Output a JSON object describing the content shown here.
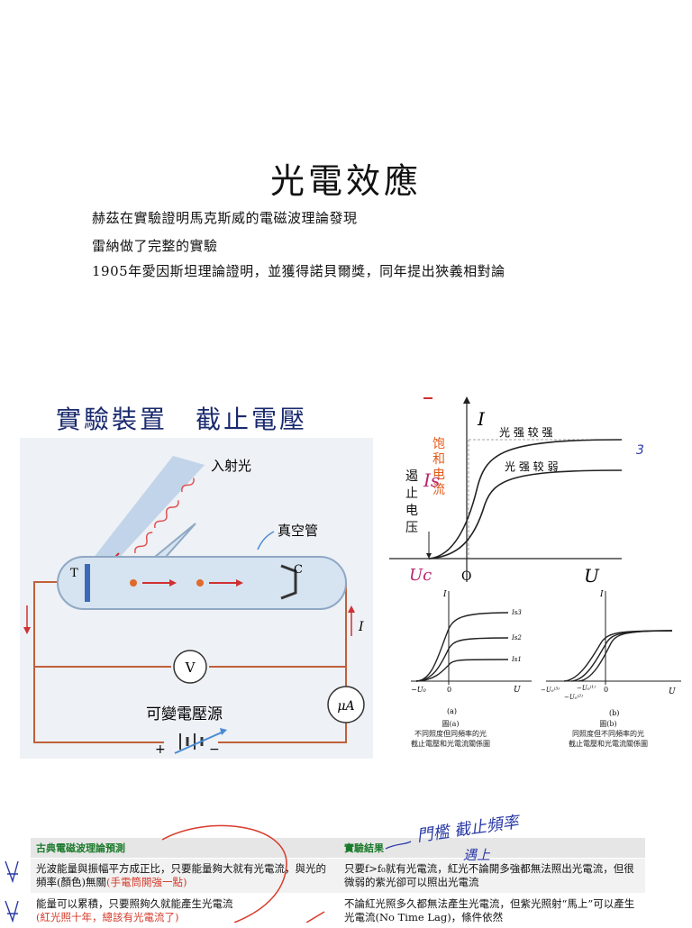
{
  "title": "光電效應",
  "intro": [
    "赫茲在實驗證明馬克斯威的電磁波理論發現",
    "雷納做了完整的實驗",
    "1905年愛因斯坦理論證明，並獲得諾貝爾獎，同年提出狹義相對論"
  ],
  "section_title": "實驗裝置　截止電壓",
  "apparatus": {
    "incident_light": "入射光",
    "vacuum_tube": "真空管",
    "cathode": "T",
    "anode": "C",
    "voltmeter": "V",
    "ammeter": "μA",
    "current": "I",
    "variable_source": "可變電壓源",
    "plus": "+",
    "minus": "−"
  },
  "main_graph": {
    "y_axis": "I",
    "x_axis": "U",
    "origin": "O",
    "strong_label": "光 强 较 强",
    "weak_label": "光 强 较 弱",
    "saturation_label": "饱和电流",
    "saturation_symbol": "Is",
    "cutoff_label": "遏止电压",
    "cutoff_symbol": "Uc",
    "handwritten_note": "3"
  },
  "graph_a": {
    "y_axis": "I",
    "x_axis": "U",
    "origin": "0",
    "neg": "−U₀",
    "levels": [
      "Is3",
      "Is2",
      "Is1"
    ],
    "label": "(a)",
    "caption": [
      "圖(a)",
      "不同照度但同頻率的光",
      "截止電壓和光電流關係圖"
    ]
  },
  "graph_b": {
    "y_axis": "I",
    "x_axis": "U",
    "origin": "0",
    "negs": [
      "−U₀⁽³⁾",
      "−U₀⁽¹⁾",
      "−U₀⁽²⁾"
    ],
    "label": "(b)",
    "caption": [
      "圖(b)",
      "同照度但不同頻率的光",
      "截止電壓和光電流關係圖"
    ]
  },
  "table": {
    "headers": [
      "古典電磁波理論預測",
      "實驗結果"
    ],
    "rows": [
      {
        "classical": "光波能量與振幅平方成正比，只要能量夠大就有光電流，與光的頻率(顏色)無關",
        "classical_red": "(手電筒開強一點)",
        "result": "只要f>f₀就有光電流，紅光不論開多強都無法照出光電流，但很微弱的紫光卻可以照出光電流"
      },
      {
        "classical": "能量可以累積，只要照夠久就能產生光電流",
        "classical_red": "(紅光照十年，總該有光電流了)",
        "result": "不論紅光照多久都無法產生光電流，但紫光照射“馬上”可以產生光電流(No Time Lag)，條件依然"
      }
    ]
  },
  "handwriting": {
    "note1": "門檻 截止頻率",
    "note2": "遇上"
  }
}
